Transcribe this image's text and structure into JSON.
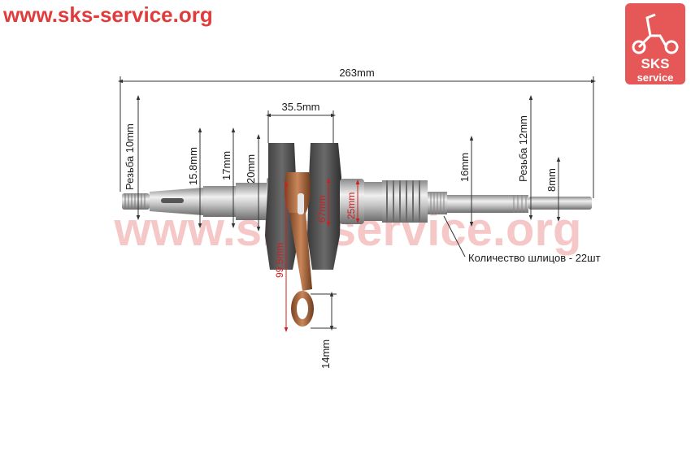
{
  "watermark": {
    "url_top": "www.sks-service.org",
    "url_center": "www.sks-service.org",
    "logo_line1": "SKS",
    "logo_line2": "service",
    "logo_icon": "scooter-icon",
    "accent": "#e23b3b"
  },
  "dimensions": {
    "overall_length": "263mm",
    "thread_left": "Резьба 10mm",
    "d_15_8": "15.8mm",
    "d_17": "17mm",
    "d_20": "20mm",
    "web_gap": "35.5mm",
    "d_16": "16mm",
    "thread_right": "Резьба 12mm",
    "d_8": "8mm",
    "crank_pin": "67mm",
    "main_journal": "25mm",
    "rod_length": "99.5mm",
    "small_end": "14mm",
    "splines_note": "Количество шлицов - 22шт"
  },
  "colors": {
    "steel": "#b8b8b8",
    "web": "#4a4a4a",
    "rod": "#b0683e",
    "dim_line": "#333333",
    "red_dim": "#d41c1c"
  }
}
